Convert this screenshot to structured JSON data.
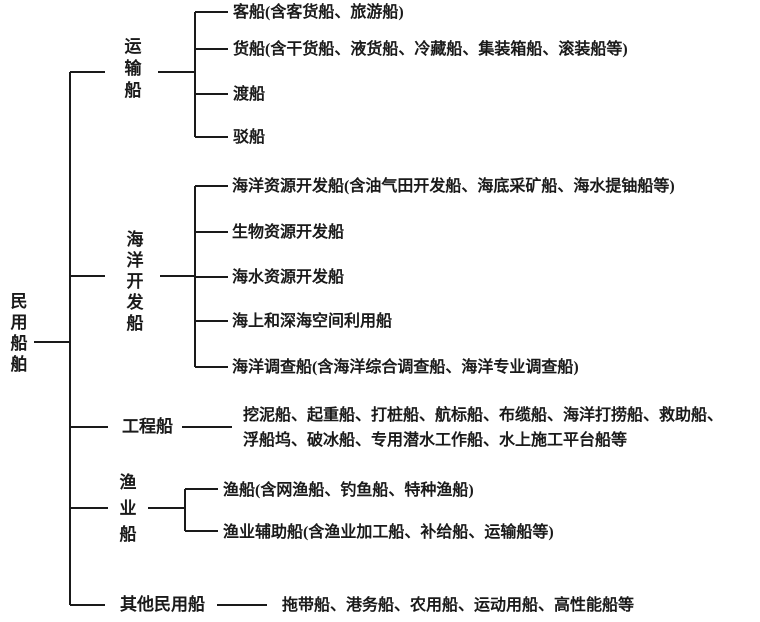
{
  "root": {
    "label": "民用船舶"
  },
  "branches": [
    {
      "label": "运输船",
      "children": [
        "客船(含客货船、旅游船)",
        "货船(含干货船、液货船、冷藏船、集装箱船、滚装船等)",
        "渡船",
        "驳船"
      ]
    },
    {
      "label": "海洋开发船",
      "children": [
        "海洋资源开发船(含油气田开发船、海底采矿船、海水提铀船等)",
        "生物资源开发船",
        "海水资源开发船",
        "海上和深海空间利用船",
        "海洋调查船(含海洋综合调查船、海洋专业调查船)"
      ]
    },
    {
      "label": "工程船",
      "description_lines": [
        "挖泥船、起重船、打桩船、航标船、布缆船、海洋打捞船、救助船、",
        "浮船坞、破冰船、专用潜水工作船、水上施工平台船等"
      ]
    },
    {
      "label": "渔业船",
      "children": [
        "渔船(含网渔船、钓鱼船、特种渔船)",
        "渔业辅助船(含渔业加工船、补给船、运输船等)"
      ]
    },
    {
      "label": "其他民用船",
      "description": "拖带船、港务船、农用船、运动用船、高性能船等"
    }
  ],
  "colors": {
    "line": "#1a1a1a",
    "text": "#1a1a1a",
    "background": "#ffffff"
  }
}
